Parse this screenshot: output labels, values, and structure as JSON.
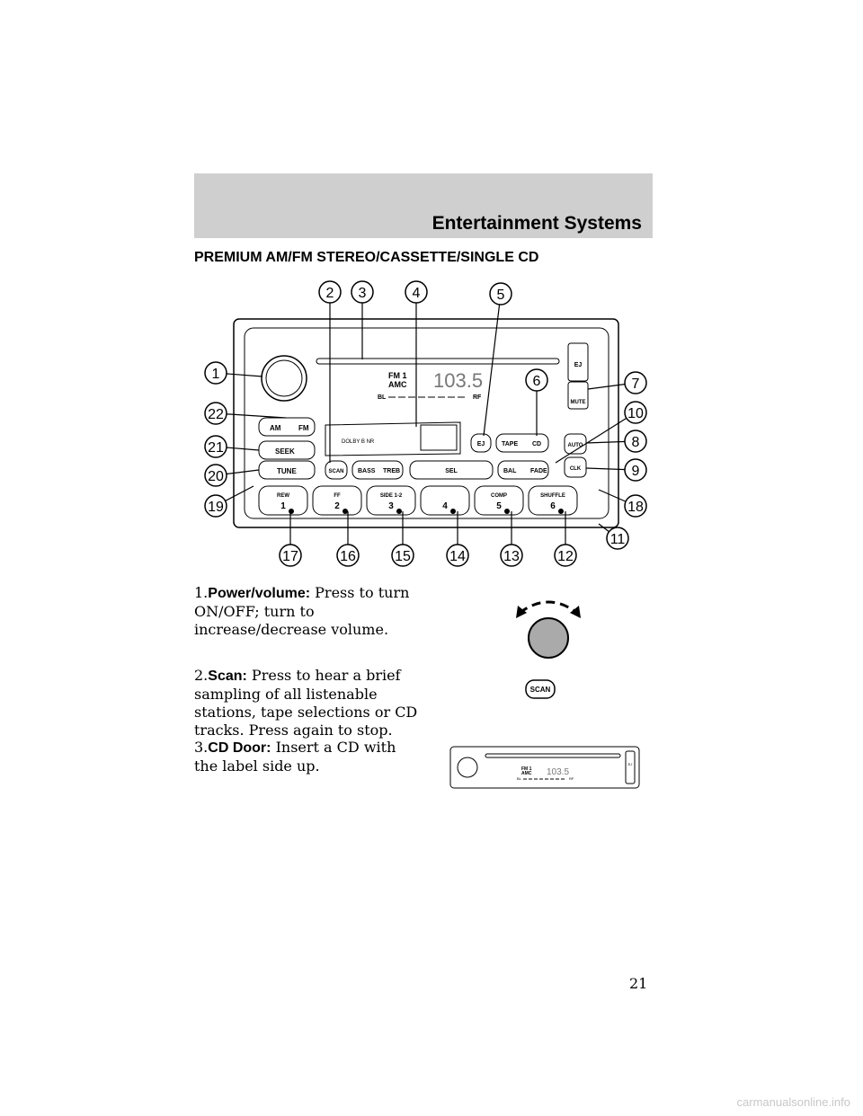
{
  "header": {
    "title": "Entertainment Systems"
  },
  "section": {
    "title": "PREMIUM AM/FM STEREO/CASSETTE/SINGLE CD"
  },
  "radio": {
    "display": {
      "band": "FM 1",
      "amc": "AMC",
      "freq": "103.5",
      "bl": "BL",
      "rf": "RF"
    },
    "buttons": {
      "am": "AM",
      "fm": "FM",
      "seek": "SEEK",
      "tune": "TUNE",
      "scan": "SCAN",
      "bass": "BASS",
      "treb": "TREB",
      "sel": "SEL",
      "bal": "BAL",
      "fade": "FADE",
      "ej": "EJ",
      "tape": "TAPE",
      "cd": "CD",
      "auto": "AUTO",
      "clk": "CLK",
      "mute": "MUTE",
      "dolby": "DOLBY B NR",
      "presets": [
        {
          "top": "REW",
          "num": "1"
        },
        {
          "top": "FF",
          "num": "2"
        },
        {
          "top": "SIDE 1-2",
          "num": "3"
        },
        {
          "top": "",
          "num": "4"
        },
        {
          "top": "COMP",
          "num": "5"
        },
        {
          "top": "SHUFFLE",
          "num": "6"
        }
      ]
    },
    "callouts": [
      "1",
      "2",
      "3",
      "4",
      "5",
      "6",
      "7",
      "8",
      "9",
      "10",
      "11",
      "12",
      "13",
      "14",
      "15",
      "16",
      "17",
      "18",
      "19",
      "20",
      "21",
      "22"
    ]
  },
  "items": [
    {
      "num": "1.",
      "label": "Power/volume:",
      "text": " Press to turn ON/OFF; turn to increase/decrease volume."
    },
    {
      "num": "2.",
      "label": "Scan:",
      "text": " Press to hear a brief sampling of all listenable stations, tape selections or CD tracks. Press again to stop."
    },
    {
      "num": "3.",
      "label": "CD Door:",
      "text": " Insert a CD with the label side up."
    }
  ],
  "icons": {
    "scan_label": "SCAN",
    "small_band": "FM 1",
    "small_amc": "AMC",
    "small_freq": "103.5",
    "small_bl": "BL",
    "small_rf": "RF",
    "small_ej": "EJ"
  },
  "footer": {
    "page_number": "21",
    "watermark": "carmanualsonline.info"
  }
}
